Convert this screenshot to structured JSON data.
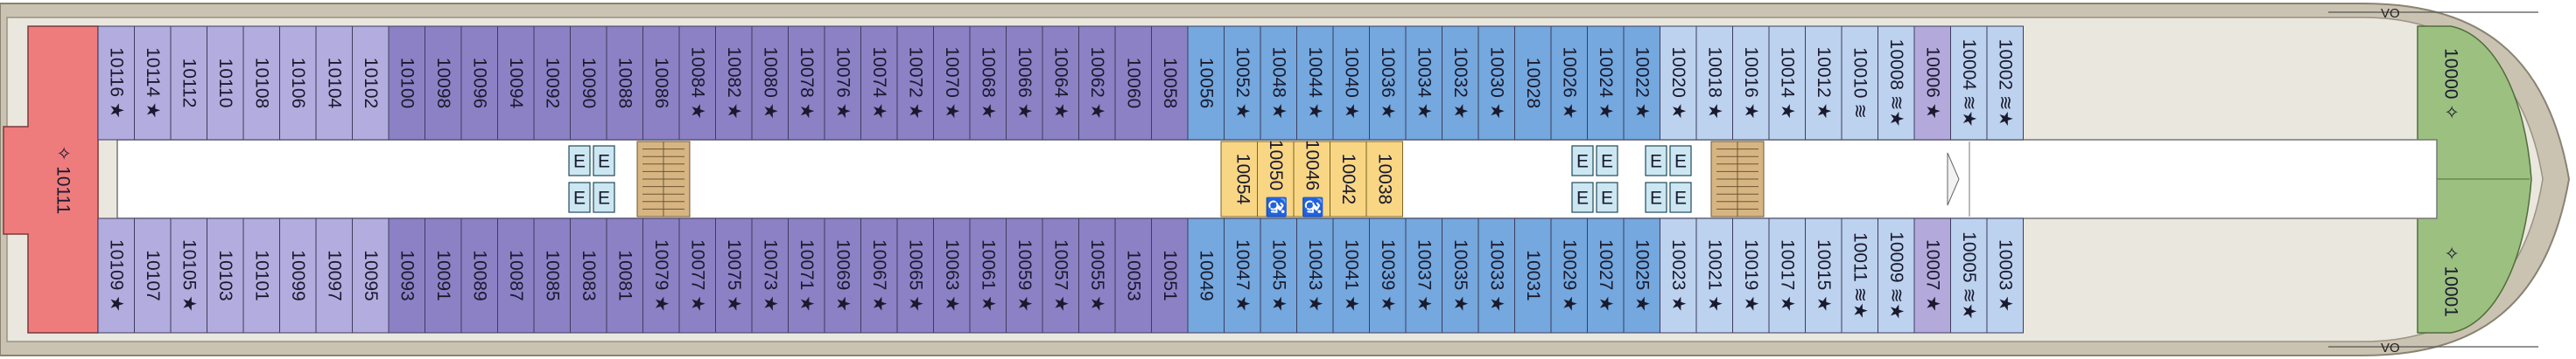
{
  "deck_plan": {
    "top_row": [
      {
        "num": "10116",
        "sym": "★",
        "cat": "p2"
      },
      {
        "num": "10114",
        "sym": "★",
        "cat": "p2"
      },
      {
        "num": "10112",
        "sym": "",
        "cat": "p2"
      },
      {
        "num": "10110",
        "sym": "",
        "cat": "p2"
      },
      {
        "num": "10108",
        "sym": "",
        "cat": "p2"
      },
      {
        "num": "10106",
        "sym": "",
        "cat": "p2"
      },
      {
        "num": "10104",
        "sym": "",
        "cat": "p2"
      },
      {
        "num": "10102",
        "sym": "",
        "cat": "p2"
      },
      {
        "num": "10100",
        "sym": "",
        "cat": "p3"
      },
      {
        "num": "10098",
        "sym": "",
        "cat": "p3"
      },
      {
        "num": "10096",
        "sym": "",
        "cat": "p3"
      },
      {
        "num": "10094",
        "sym": "",
        "cat": "p3"
      },
      {
        "num": "10092",
        "sym": "",
        "cat": "p3"
      },
      {
        "num": "10090",
        "sym": "",
        "cat": "p3"
      },
      {
        "num": "10088",
        "sym": "",
        "cat": "p3"
      },
      {
        "num": "10086",
        "sym": "",
        "cat": "p3"
      },
      {
        "num": "10084",
        "sym": "★",
        "cat": "p3"
      },
      {
        "num": "10082",
        "sym": "★",
        "cat": "p3"
      },
      {
        "num": "10080",
        "sym": "★",
        "cat": "p3"
      },
      {
        "num": "10078",
        "sym": "★",
        "cat": "p3"
      },
      {
        "num": "10076",
        "sym": "★",
        "cat": "p3"
      },
      {
        "num": "10074",
        "sym": "★",
        "cat": "p3"
      },
      {
        "num": "10072",
        "sym": "★",
        "cat": "p3"
      },
      {
        "num": "10070",
        "sym": "★",
        "cat": "p3"
      },
      {
        "num": "10068",
        "sym": "★",
        "cat": "p3"
      },
      {
        "num": "10066",
        "sym": "★",
        "cat": "p3"
      },
      {
        "num": "10064",
        "sym": "★",
        "cat": "p3"
      },
      {
        "num": "10062",
        "sym": "★",
        "cat": "p3"
      },
      {
        "num": "10060",
        "sym": "",
        "cat": "p3"
      },
      {
        "num": "10058",
        "sym": "",
        "cat": "p3"
      },
      {
        "num": "10056",
        "sym": "",
        "cat": "b1"
      },
      {
        "num": "10052",
        "sym": "★",
        "cat": "b1"
      },
      {
        "num": "10048",
        "sym": "★",
        "cat": "b1"
      },
      {
        "num": "10044",
        "sym": "★",
        "cat": "b1"
      },
      {
        "num": "10040",
        "sym": "★",
        "cat": "b1"
      },
      {
        "num": "10036",
        "sym": "★",
        "cat": "b1"
      },
      {
        "num": "10034",
        "sym": "★",
        "cat": "b1"
      },
      {
        "num": "10032",
        "sym": "★",
        "cat": "b1"
      },
      {
        "num": "10030",
        "sym": "★",
        "cat": "b1"
      },
      {
        "num": "10028",
        "sym": "",
        "cat": "b1"
      },
      {
        "num": "10026",
        "sym": "★",
        "cat": "b1"
      },
      {
        "num": "10024",
        "sym": "★",
        "cat": "b1"
      },
      {
        "num": "10022",
        "sym": "★",
        "cat": "b1"
      },
      {
        "num": "10020",
        "sym": "★",
        "cat": "b2"
      },
      {
        "num": "10018",
        "sym": "★",
        "cat": "b2"
      },
      {
        "num": "10016",
        "sym": "★",
        "cat": "b2"
      },
      {
        "num": "10014",
        "sym": "★",
        "cat": "b2"
      },
      {
        "num": "10012",
        "sym": "★",
        "cat": "b2"
      },
      {
        "num": "10010",
        "sym": "≋",
        "cat": "b2"
      },
      {
        "num": "10008",
        "sym": "≋★",
        "cat": "b2"
      },
      {
        "num": "10006",
        "sym": "★",
        "cat": "p1"
      },
      {
        "num": "10004",
        "sym": "≋★",
        "cat": "b2"
      },
      {
        "num": "10002",
        "sym": "≋★",
        "cat": "b2"
      }
    ],
    "bottom_row": [
      {
        "num": "10109",
        "sym": "★",
        "cat": "p2"
      },
      {
        "num": "10107",
        "sym": "",
        "cat": "p2"
      },
      {
        "num": "10105",
        "sym": "★",
        "cat": "p2"
      },
      {
        "num": "10103",
        "sym": "",
        "cat": "p2"
      },
      {
        "num": "10101",
        "sym": "",
        "cat": "p2"
      },
      {
        "num": "10099",
        "sym": "",
        "cat": "p2"
      },
      {
        "num": "10097",
        "sym": "",
        "cat": "p2"
      },
      {
        "num": "10095",
        "sym": "",
        "cat": "p2"
      },
      {
        "num": "10093",
        "sym": "",
        "cat": "p3"
      },
      {
        "num": "10091",
        "sym": "",
        "cat": "p3"
      },
      {
        "num": "10089",
        "sym": "",
        "cat": "p3"
      },
      {
        "num": "10087",
        "sym": "",
        "cat": "p3"
      },
      {
        "num": "10085",
        "sym": "",
        "cat": "p3"
      },
      {
        "num": "10083",
        "sym": "",
        "cat": "p3"
      },
      {
        "num": "10081",
        "sym": "",
        "cat": "p3"
      },
      {
        "num": "10079",
        "sym": "★",
        "cat": "p3"
      },
      {
        "num": "10077",
        "sym": "★",
        "cat": "p3"
      },
      {
        "num": "10075",
        "sym": "★",
        "cat": "p3"
      },
      {
        "num": "10073",
        "sym": "★",
        "cat": "p3"
      },
      {
        "num": "10071",
        "sym": "★",
        "cat": "p3"
      },
      {
        "num": "10069",
        "sym": "★",
        "cat": "p3"
      },
      {
        "num": "10067",
        "sym": "★",
        "cat": "p3"
      },
      {
        "num": "10065",
        "sym": "★",
        "cat": "p3"
      },
      {
        "num": "10063",
        "sym": "★",
        "cat": "p3"
      },
      {
        "num": "10061",
        "sym": "★",
        "cat": "p3"
      },
      {
        "num": "10059",
        "sym": "★",
        "cat": "p3"
      },
      {
        "num": "10057",
        "sym": "★",
        "cat": "p3"
      },
      {
        "num": "10055",
        "sym": "★",
        "cat": "p3"
      },
      {
        "num": "10053",
        "sym": "",
        "cat": "p3"
      },
      {
        "num": "10051",
        "sym": "",
        "cat": "p3"
      },
      {
        "num": "10049",
        "sym": "",
        "cat": "b1"
      },
      {
        "num": "10047",
        "sym": "★",
        "cat": "b1"
      },
      {
        "num": "10045",
        "sym": "★",
        "cat": "b1"
      },
      {
        "num": "10043",
        "sym": "★",
        "cat": "b1"
      },
      {
        "num": "10041",
        "sym": "★",
        "cat": "b1"
      },
      {
        "num": "10039",
        "sym": "★",
        "cat": "b1"
      },
      {
        "num": "10037",
        "sym": "★",
        "cat": "b1"
      },
      {
        "num": "10035",
        "sym": "★",
        "cat": "b1"
      },
      {
        "num": "10033",
        "sym": "★",
        "cat": "b1"
      },
      {
        "num": "10031",
        "sym": "",
        "cat": "b1"
      },
      {
        "num": "10029",
        "sym": "★",
        "cat": "b1"
      },
      {
        "num": "10027",
        "sym": "★",
        "cat": "b1"
      },
      {
        "num": "10025",
        "sym": "★",
        "cat": "b1"
      },
      {
        "num": "10023",
        "sym": "★",
        "cat": "b2"
      },
      {
        "num": "10021",
        "sym": "★",
        "cat": "b2"
      },
      {
        "num": "10019",
        "sym": "★",
        "cat": "b2"
      },
      {
        "num": "10017",
        "sym": "★",
        "cat": "b2"
      },
      {
        "num": "10015",
        "sym": "★",
        "cat": "b2"
      },
      {
        "num": "10011",
        "sym": "≋★",
        "cat": "b2"
      },
      {
        "num": "10009",
        "sym": "≋★",
        "cat": "b2"
      },
      {
        "num": "10007",
        "sym": "★",
        "cat": "p1"
      },
      {
        "num": "10005",
        "sym": "≋★",
        "cat": "b2"
      },
      {
        "num": "10003",
        "sym": "★",
        "cat": "b2"
      }
    ],
    "inner_cabins": [
      {
        "num": "10054",
        "sym": ""
      },
      {
        "num": "10050",
        "sym": "♿"
      },
      {
        "num": "10046",
        "sym": "♿"
      },
      {
        "num": "10042",
        "sym": ""
      },
      {
        "num": "10038",
        "sym": ""
      }
    ],
    "aft_suite": {
      "num": "10111",
      "sym": "✧"
    },
    "fwd_suites": [
      {
        "num": "10000",
        "sym": "✧"
      },
      {
        "num": "10001",
        "sym": "✧"
      }
    ],
    "elevator_label": "E",
    "vo_label": "VO",
    "colors": {
      "p1": "#b4a9db",
      "p2": "#b3acde",
      "p3": "#8c81c5",
      "b1": "#74a8de",
      "b2": "#bcd2ef",
      "inner": "#f8d684",
      "aft": "#ef7c7c",
      "fwd": "#9cc080",
      "teak": "#cbc3b1",
      "deck": "#eae7df",
      "corridor": "#ffffff",
      "stairs": "#d7b583",
      "elevator": "#cce7f2"
    }
  }
}
